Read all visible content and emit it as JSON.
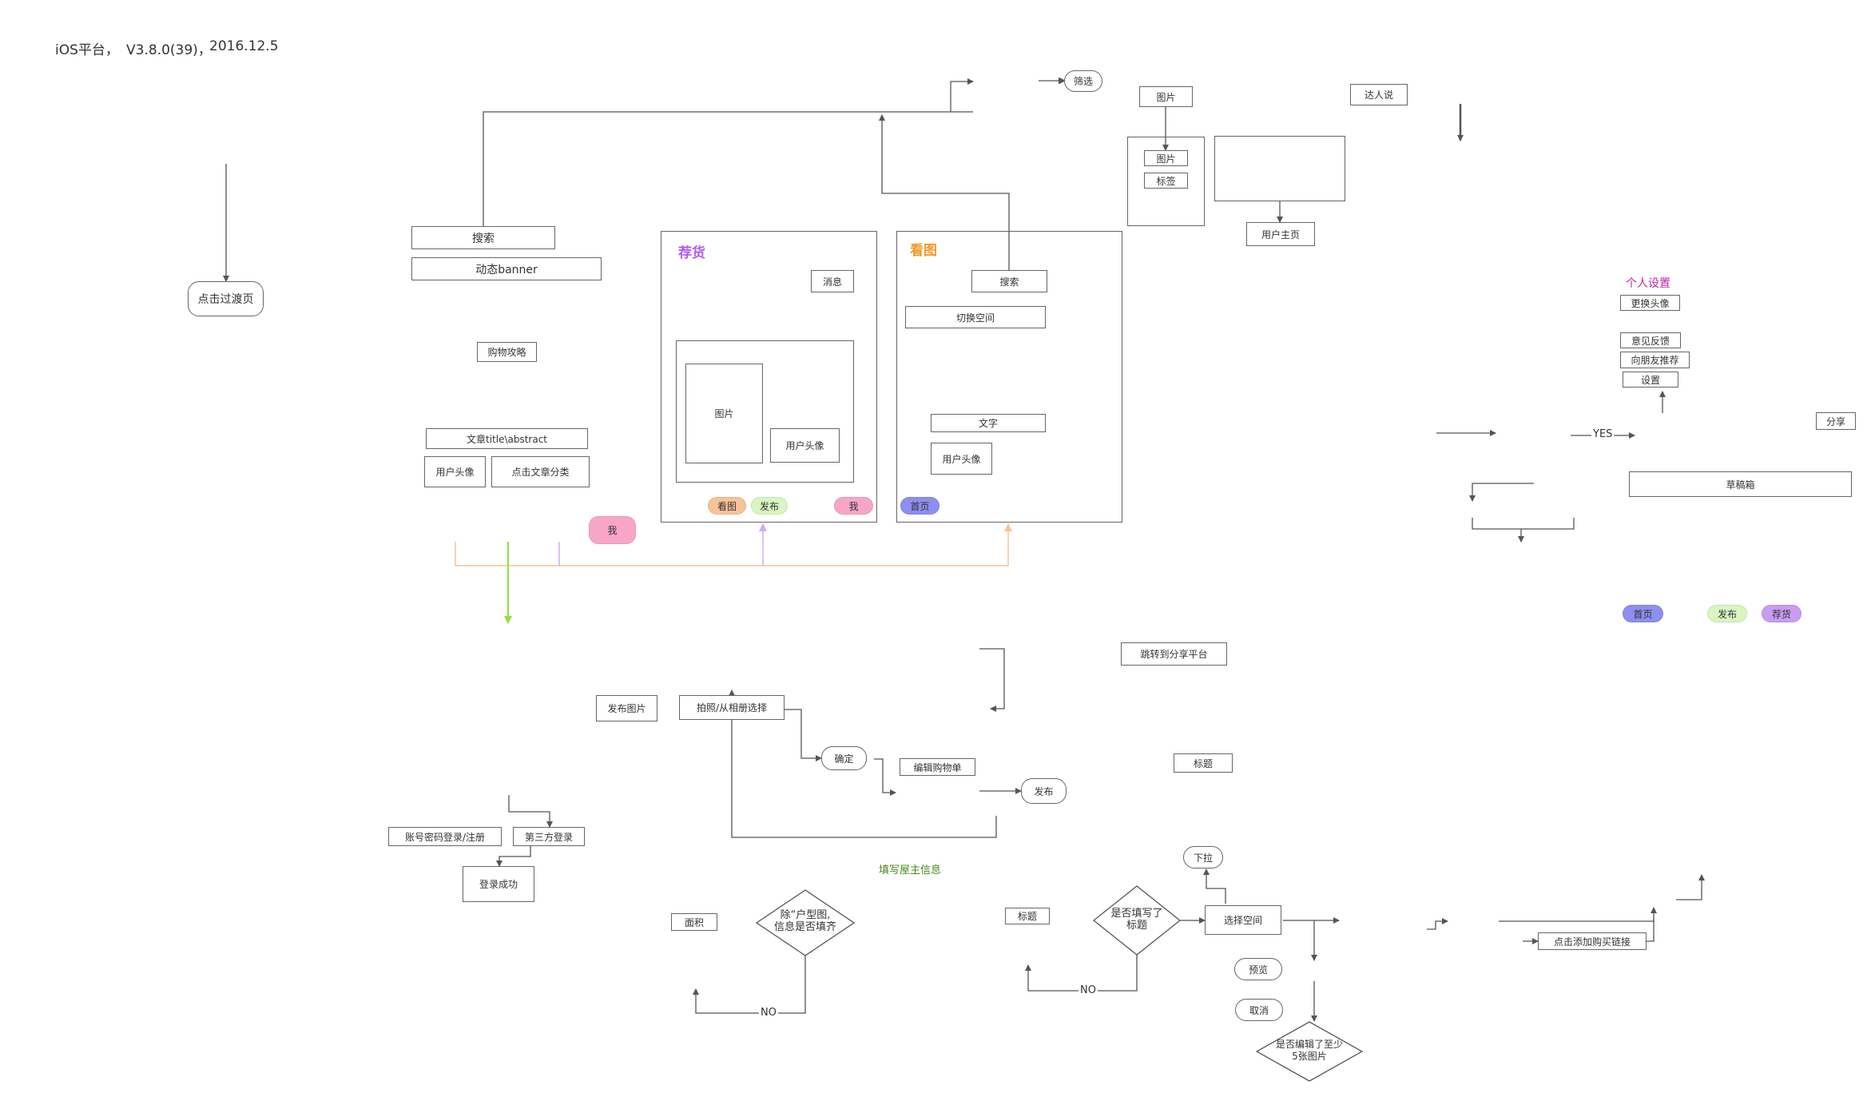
{
  "header": {
    "platform": "iOS平台，",
    "version": "V3.8.0(39)，",
    "date": "2016.12.5"
  },
  "colors": {
    "purple": "#b05cf0",
    "orange": "#f39a2b",
    "green": "#8ee04a",
    "violet": "#c58df5",
    "pink_pill": "#f7a6c8",
    "orange_pill": "#f9c396",
    "green_pill": "#d9f5c2",
    "blue_pill": "#8c8ff0",
    "purple_pill": "#c99cf3",
    "magenta_title": "#c0269e",
    "olive_title": "#4a8a18"
  },
  "left": {
    "transition_page": "点击过渡页",
    "search": "搜索",
    "banner": "动态banner",
    "shopping_guide": "购物攻略",
    "article": "文章title\\abstract",
    "avatar": "用户头像",
    "category": "点击文章分类",
    "me": "我"
  },
  "topmid": {
    "filter": "筛选",
    "picture": "图片",
    "picture_inner": "图片",
    "tag": "标签",
    "user_home": "用户主页",
    "daren": "达人说"
  },
  "panel_goods": {
    "title": "荐货",
    "message": "消息",
    "picture": "图片",
    "avatar": "用户头像",
    "tabs": [
      "看图",
      "发布",
      "我"
    ]
  },
  "panel_view": {
    "title": "看图",
    "search": "搜索",
    "switch_space": "切换空间",
    "text": "文字",
    "avatar": "用户头像",
    "tab_home": "首页"
  },
  "right": {
    "settings_title": "个人设置",
    "change_avatar": "更换头像",
    "feedback": "意见反馈",
    "recommend": "向朋友推荐",
    "settings": "设置",
    "share": "分享",
    "yes": "YES",
    "drafts": "草稿箱",
    "tabs": [
      "首页",
      "发布",
      "荐货"
    ]
  },
  "publish": {
    "share_platform": "跳转到分享平台",
    "post_picture": "发布图片",
    "take_photo": "拍照/从相册选择",
    "confirm": "确定",
    "edit_list": "编辑购物单",
    "publish": "发布",
    "title": "标题"
  },
  "login": {
    "account": "账号密码登录/注册",
    "third": "第三方登录",
    "success": "登录成功"
  },
  "bottom": {
    "owner_info": "填写屋主信息",
    "area": "面积",
    "diamond1": "除“户型图,\n信息是否填齐",
    "no1": "NO",
    "title_box": "标题",
    "diamond2": "是否填写了\n标题",
    "no2": "NO",
    "pulldown": "下拉",
    "select_space": "选择空间",
    "preview": "预览",
    "cancel": "取消",
    "diamond3": "是否编辑了至少\n5张图片",
    "add_link": "点击添加购买链接"
  }
}
